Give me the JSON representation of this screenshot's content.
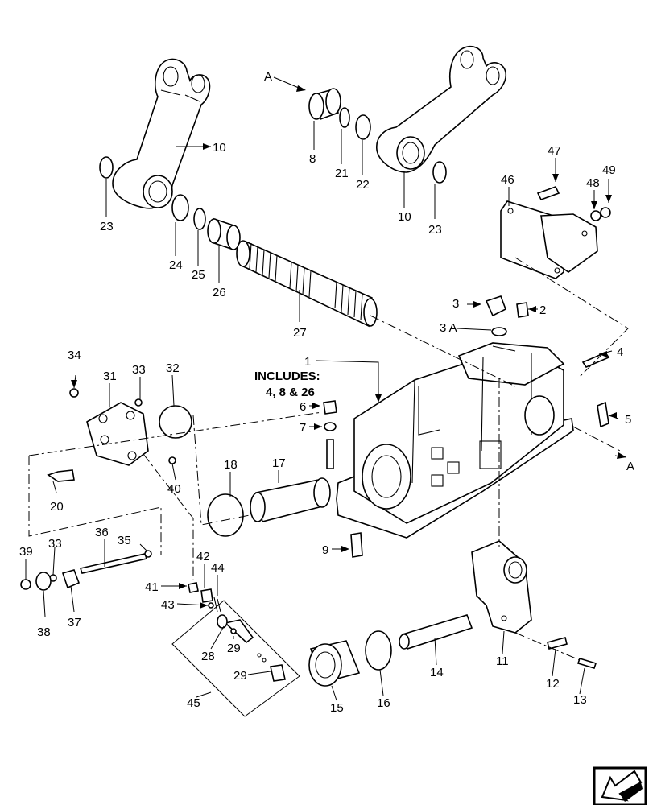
{
  "labels": {
    "A_top": "A",
    "A_right": "A",
    "n1": "1",
    "includes_line1": "INCLUDES:",
    "includes_line2": "4, 8 & 26",
    "n2": "2",
    "n3": "3",
    "n3a": "3 A",
    "n4": "4",
    "n5": "5",
    "n6": "6",
    "n7": "7",
    "n8": "8",
    "n9": "9",
    "n10a": "10",
    "n10b": "10",
    "n11": "11",
    "n12": "12",
    "n13": "13",
    "n14": "14",
    "n15": "15",
    "n16": "16",
    "n17": "17",
    "n18": "18",
    "n20": "20",
    "n21": "21",
    "n22": "22",
    "n23a": "23",
    "n23b": "23",
    "n24": "24",
    "n25": "25",
    "n26": "26",
    "n27": "27",
    "n28": "28",
    "n29a": "29",
    "n29b": "29",
    "n31": "31",
    "n32": "32",
    "n33a": "33",
    "n33b": "33",
    "n34": "34",
    "n35": "35",
    "n36": "36",
    "n37": "37",
    "n38": "38",
    "n39": "39",
    "n40": "40",
    "n41": "41",
    "n42": "42",
    "n43": "43",
    "n44": "44",
    "n45": "45",
    "n46": "46",
    "n47": "47",
    "n48": "48",
    "n49": "49"
  },
  "icons": {
    "nav": "previous-page-arrow-icon"
  }
}
